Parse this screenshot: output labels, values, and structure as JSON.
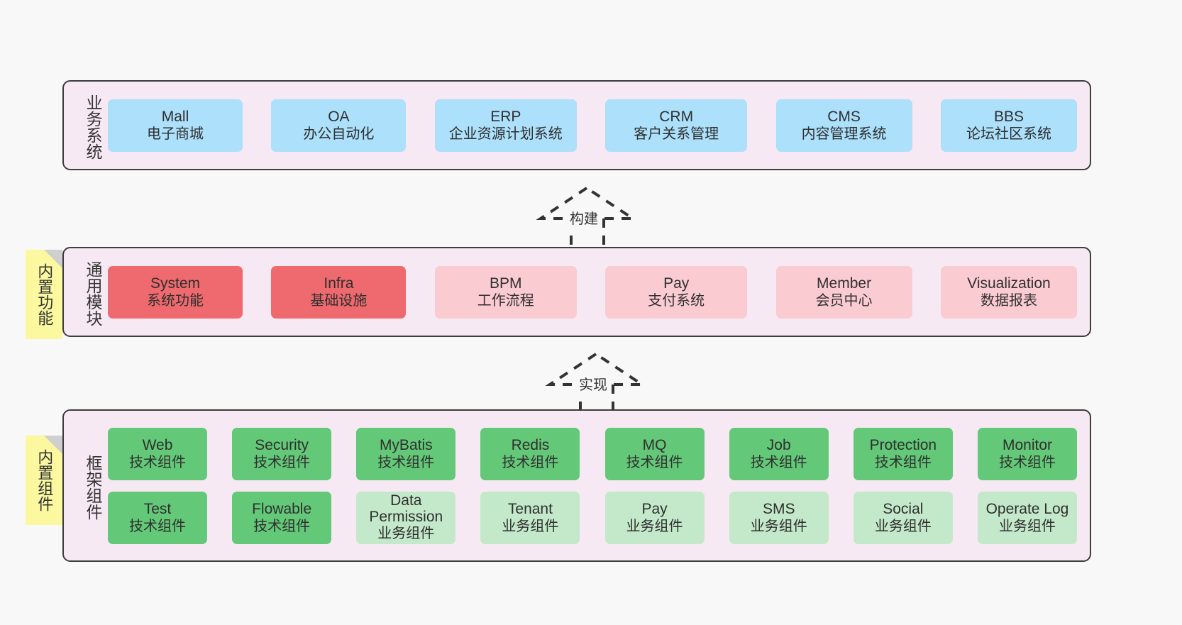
{
  "page": {
    "background": "#f8f8f8",
    "border_color": "#3d3d3d",
    "layer_background": "#f7e9f3"
  },
  "palette": {
    "blue": "#ace0fb",
    "red": "#ef6a6e",
    "pink": "#fbcbd2",
    "green": "#63c877",
    "light_green": "#c3e9ca",
    "sticky_yellow": "#fbf8a0"
  },
  "layers": [
    {
      "id": "business-systems",
      "title": "业务系统",
      "rows": [
        [
          {
            "name": "Mall",
            "desc": "电子商城",
            "color": "blue"
          },
          {
            "name": "OA",
            "desc": "办公自动化",
            "color": "blue"
          },
          {
            "name": "ERP",
            "desc": "企业资源计划系统",
            "color": "blue"
          },
          {
            "name": "CRM",
            "desc": "客户关系管理",
            "color": "blue"
          },
          {
            "name": "CMS",
            "desc": "内容管理系统",
            "color": "blue"
          },
          {
            "name": "BBS",
            "desc": "论坛社区系统",
            "color": "blue"
          }
        ]
      ]
    },
    {
      "id": "common-modules",
      "title": "通用模块",
      "rows": [
        [
          {
            "name": "System",
            "desc": "系统功能",
            "color": "red"
          },
          {
            "name": "Infra",
            "desc": "基础设施",
            "color": "red"
          },
          {
            "name": "BPM",
            "desc": "工作流程",
            "color": "pink"
          },
          {
            "name": "Pay",
            "desc": "支付系统",
            "color": "pink"
          },
          {
            "name": "Member",
            "desc": "会员中心",
            "color": "pink"
          },
          {
            "name": "Visualization",
            "desc": "数据报表",
            "color": "pink"
          }
        ]
      ]
    },
    {
      "id": "framework-components",
      "title": "框架组件",
      "rows": [
        [
          {
            "name": "Web",
            "desc": "技术组件",
            "color": "green"
          },
          {
            "name": "Security",
            "desc": "技术组件",
            "color": "green"
          },
          {
            "name": "MyBatis",
            "desc": "技术组件",
            "color": "green"
          },
          {
            "name": "Redis",
            "desc": "技术组件",
            "color": "green"
          },
          {
            "name": "MQ",
            "desc": "技术组件",
            "color": "green"
          },
          {
            "name": "Job",
            "desc": "技术组件",
            "color": "green"
          },
          {
            "name": "Protection",
            "desc": "技术组件",
            "color": "green"
          },
          {
            "name": "Monitor",
            "desc": "技术组件",
            "color": "green"
          }
        ],
        [
          {
            "name": "Test",
            "desc": "技术组件",
            "color": "green"
          },
          {
            "name": "Flowable",
            "desc": "技术组件",
            "color": "green"
          },
          {
            "name": "Data Permission",
            "desc": "业务组件",
            "color": "lgreen"
          },
          {
            "name": "Tenant",
            "desc": "业务组件",
            "color": "lgreen"
          },
          {
            "name": "Pay",
            "desc": "业务组件",
            "color": "lgreen"
          },
          {
            "name": "SMS",
            "desc": "业务组件",
            "color": "lgreen"
          },
          {
            "name": "Social",
            "desc": "业务组件",
            "color": "lgreen"
          },
          {
            "name": "Operate Log",
            "desc": "业务组件",
            "color": "lgreen"
          }
        ]
      ]
    }
  ],
  "sticky_notes": [
    {
      "id": "builtin-features",
      "label": "内置功能"
    },
    {
      "id": "builtin-components",
      "label": "内置组件"
    }
  ],
  "connectors": [
    {
      "id": "build-arrow",
      "label": "构建"
    },
    {
      "id": "implement-arrow",
      "label": "实现"
    }
  ]
}
